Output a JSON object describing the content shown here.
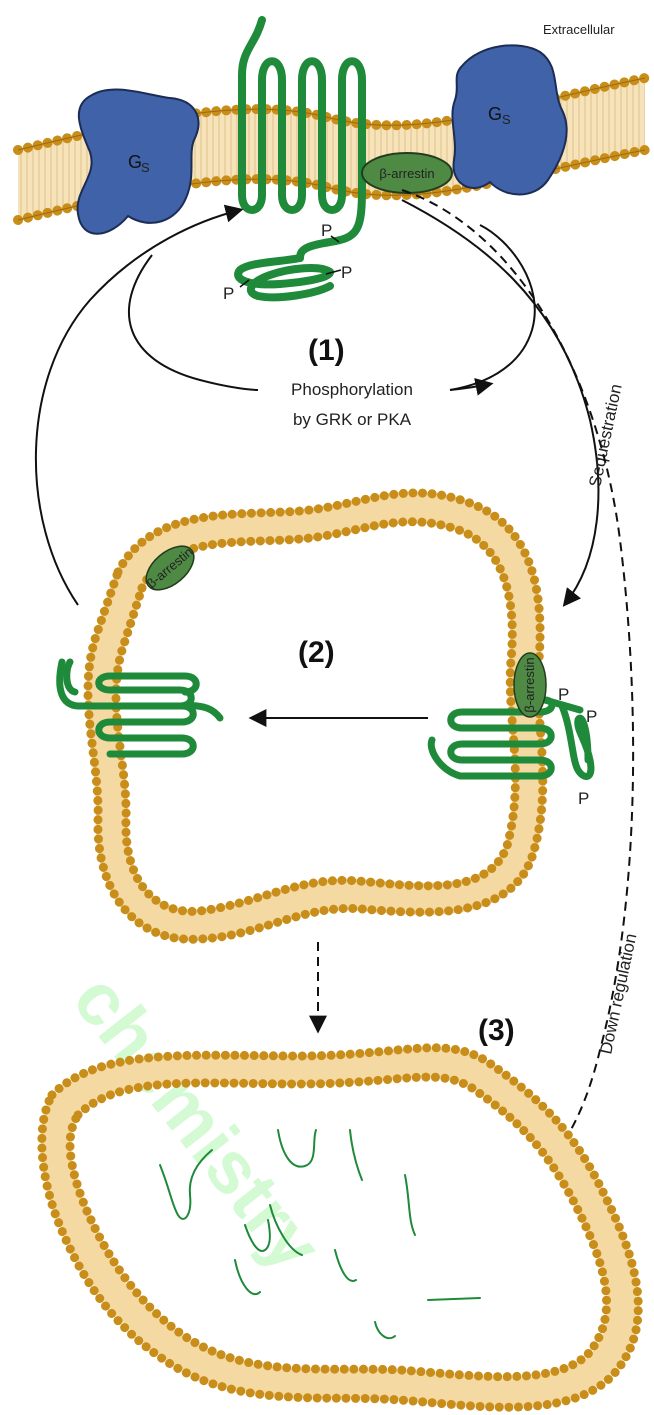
{
  "labels": {
    "extracellular": "Extracellular",
    "gs": "G",
    "gs_sub": "S",
    "beta_arrestin": "β-arrestin",
    "phosphate": "P",
    "phosphorylation_line1": "Phosphorylation",
    "phosphorylation_line2": "by GRK or PKA",
    "sequestration": "Sequestration",
    "down_regulation": "Down regulation",
    "step1": "(1)",
    "step2": "(2)",
    "step3": "(3)",
    "watermark": "chemistry"
  },
  "colors": {
    "receptor": "#1e8a3a",
    "g_protein": "#3f62a8",
    "lipid_head": "#c98e1a",
    "lipid_tail": "#f4d9a3",
    "arrestin": "#4f8a45",
    "watermark": "#9ef59e"
  }
}
